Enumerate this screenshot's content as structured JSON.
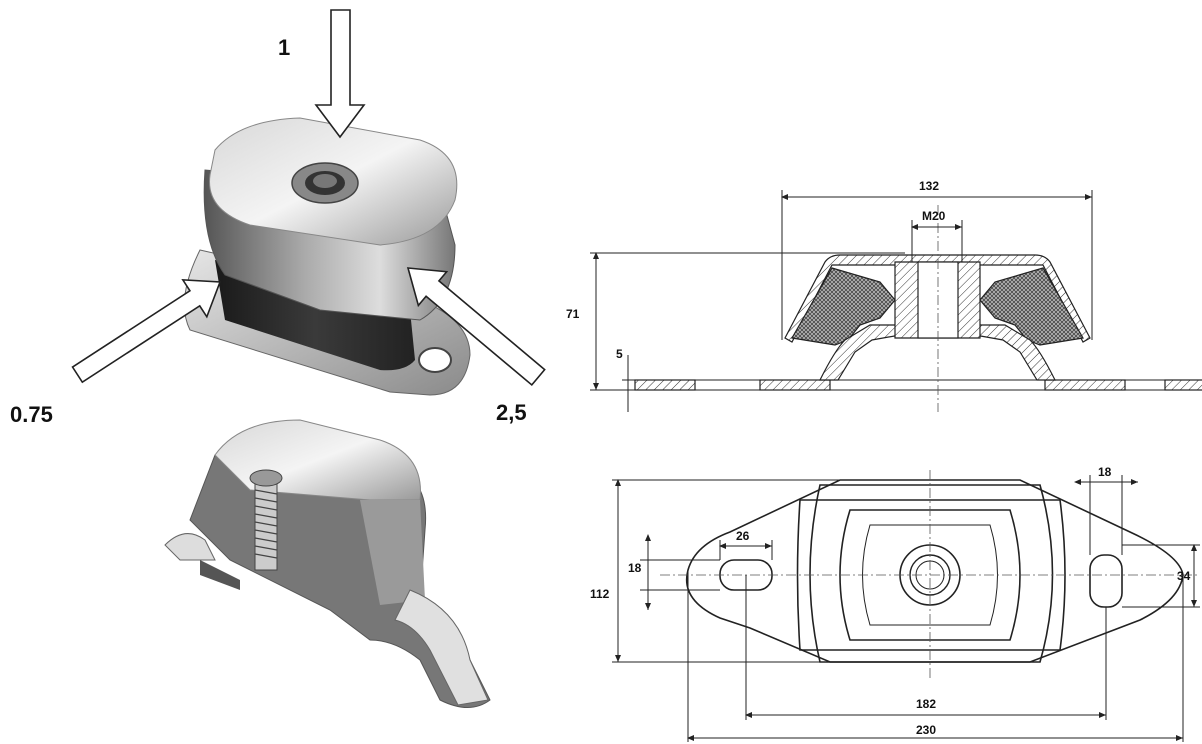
{
  "load_arrows": {
    "vertical": "1",
    "left": "0.75",
    "right": "2,5"
  },
  "section_view": {
    "width_top": "132",
    "thread": "M20",
    "height": "71",
    "base_thickness": "5"
  },
  "plan_view": {
    "slot_width_right": "18",
    "slot_length_left": "26",
    "slot_height_left": "18",
    "overall_depth": "112",
    "slot_length_right": "34",
    "hole_spacing": "182",
    "overall_length": "230"
  }
}
